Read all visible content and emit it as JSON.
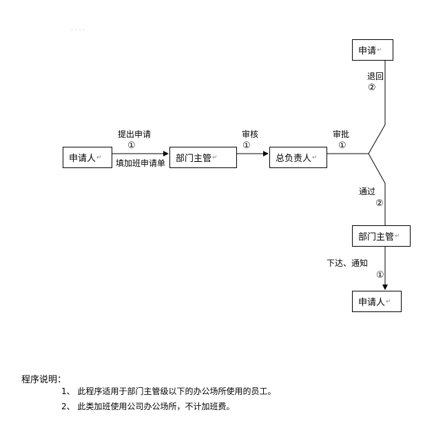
{
  "boxes": {
    "applicant": "申请人",
    "dept_manager": "部门主管",
    "general_manager": "总负责人",
    "apply_again": "申请",
    "dept_manager_2": "部门主管",
    "applicant_2": "申请人"
  },
  "box_mark": "↵",
  "labels": {
    "submit": "提出申请",
    "fill_form": "填加班申请单",
    "review": "审核",
    "approve": "审批",
    "return": "退回",
    "pass": "通过",
    "notify": "下达、通知"
  },
  "steps": {
    "one": "①",
    "two": "②"
  },
  "notes": {
    "title": "程序说明：",
    "item1": "1、 此程序适用于部门主管级以下的办公场所使用的员工。",
    "item2": "2、 此类加班使用公司办公场所，不计加班费。"
  }
}
